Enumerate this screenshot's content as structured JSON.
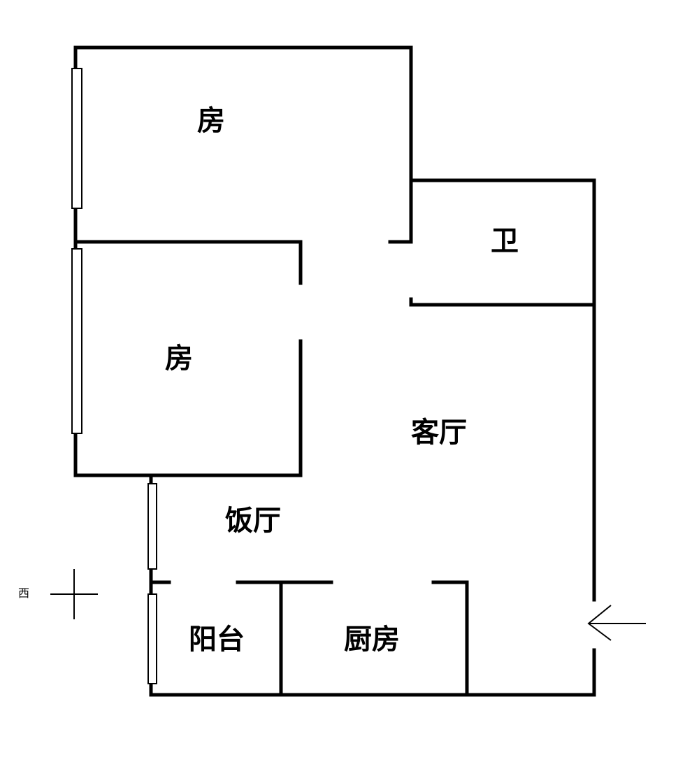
{
  "rooms": {
    "bedroom_1": "房",
    "bedroom_2": "房",
    "bathroom": "卫",
    "living_room": "客厅",
    "dining_room": "饭厅",
    "balcony": "阳台",
    "kitchen": "厨房"
  },
  "compass": {
    "label": "西"
  },
  "colors": {
    "wall": "#000000",
    "background": "#ffffff"
  },
  "icons": {
    "entrance": "entrance-arrow-icon",
    "compass": "compass-cross-icon"
  }
}
